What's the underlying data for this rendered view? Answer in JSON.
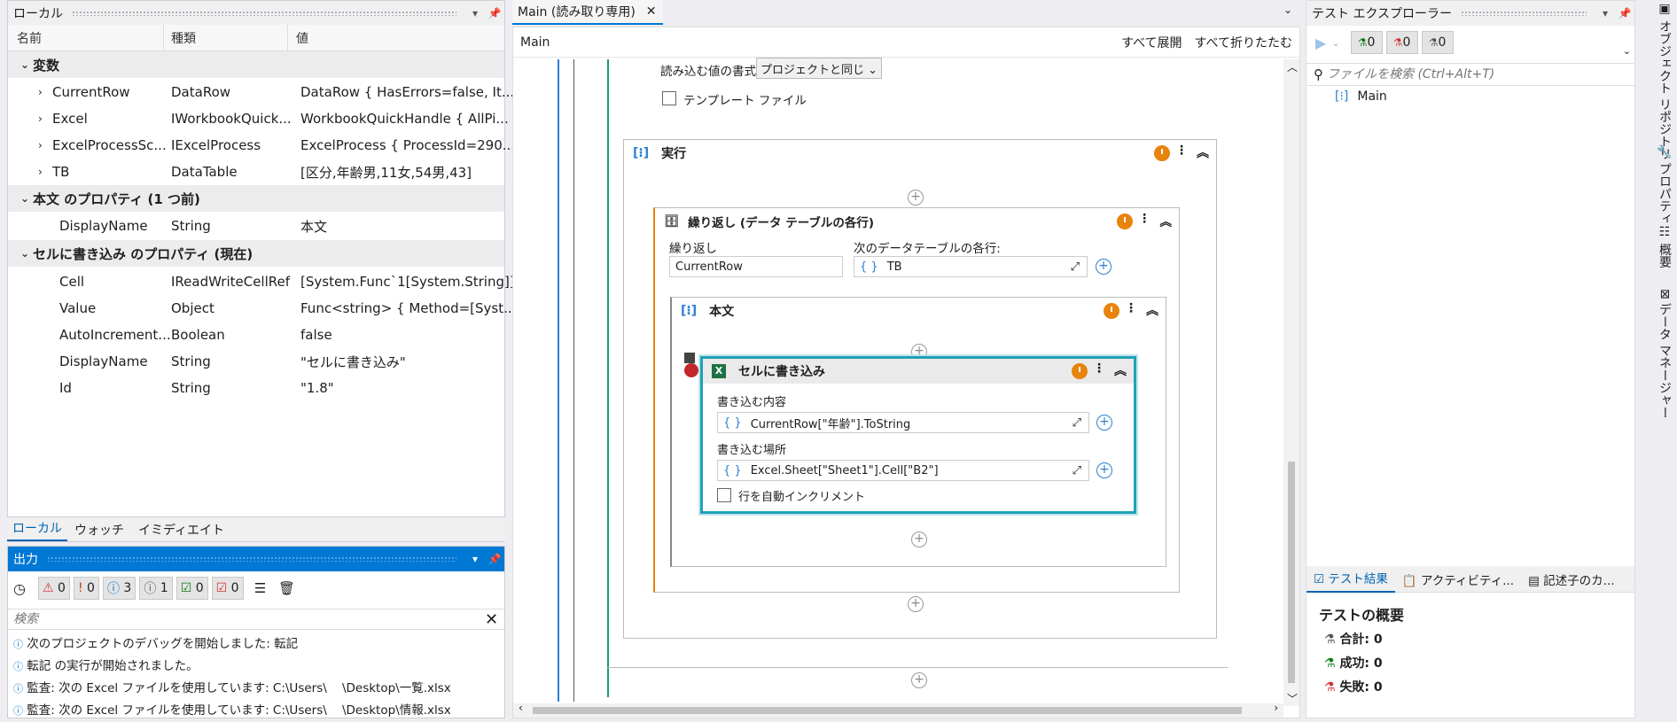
{
  "locals": {
    "title": "ローカル",
    "col_name": "名前",
    "col_type": "種類",
    "col_value": "値",
    "groups": [
      {
        "label": "変数"
      },
      {
        "label": "本文 のプロパティ (1 つ前)"
      },
      {
        "label": "セルに書き込み のプロパティ (現在)"
      }
    ],
    "vars": [
      {
        "name": "CurrentRow",
        "type": "DataRow",
        "value": "DataRow { HasErrors=false, It..."
      },
      {
        "name": "Excel",
        "type": "IWorkbookQuick...",
        "value": "WorkbookQuickHandle { AllPi..."
      },
      {
        "name": "ExcelProcessSc...",
        "type": "IExcelProcess",
        "value": "ExcelProcess { ProcessId=290..."
      },
      {
        "name": "TB",
        "type": "DataTable",
        "value": "[区分,年齢男,11女,54男,43]"
      }
    ],
    "body_props": [
      {
        "name": "DisplayName",
        "type": "String",
        "value": "本文"
      }
    ],
    "cell_props": [
      {
        "name": "Cell",
        "type": "IReadWriteCellRef",
        "value": "[System.Func`1[System.String]]"
      },
      {
        "name": "Value",
        "type": "Object",
        "value": "Func<string> { Method=[Syst..."
      },
      {
        "name": "AutoIncrement...",
        "type": "Boolean",
        "value": "false"
      },
      {
        "name": "DisplayName",
        "type": "String",
        "value": "\"セルに書き込み\""
      },
      {
        "name": "Id",
        "type": "String",
        "value": "\"1.8\""
      }
    ],
    "tabs": [
      "ローカル",
      "ウォッチ",
      "イミディエイト"
    ]
  },
  "output": {
    "title": "出力",
    "counts": [
      "0",
      "0",
      "3",
      "1",
      "0",
      "0"
    ],
    "search_placeholder": "検索",
    "lines": [
      "次のプロジェクトのデバッグを開始しました: 転記",
      "転記 の実行が開始されました。",
      "監査: 次の Excel ファイルを使用しています: C:\\Users\\    \\Desktop\\一覧.xlsx",
      "監査: 次の Excel ファイルを使用しています: C:\\Users\\    \\Desktop\\情報.xlsx"
    ]
  },
  "designer": {
    "tab_label": "Main (読み取り専用)",
    "breadcrumb": "Main",
    "expand_all": "すべて展開",
    "collapse_all": "すべて折りたたむ",
    "read_format_label": "読み込む値の書式",
    "read_format_value": "プロジェクトと同じ",
    "template_label": "テンプレート ファイル",
    "run_label": "実行",
    "foreach_label": "繰り返し (データ テーブルの各行)",
    "foreach_item_label": "繰り返し",
    "foreach_item_value": "CurrentRow",
    "foreach_in_label": "次のデータテーブルの各行:",
    "foreach_in_value": "TB",
    "body_label": "本文",
    "write_label": "セルに書き込み",
    "write_what_label": "書き込む内容",
    "write_what_value": "CurrentRow[\"年齢\"].ToString",
    "write_where_label": "書き込む場所",
    "write_where_value": "Excel.Sheet[\"Sheet1\"].Cell[\"B2\"]",
    "auto_increment_label": "行を自動インクリメント"
  },
  "test_explorer": {
    "title": "テスト エクスプローラー",
    "counts": [
      "0",
      "0",
      "0"
    ],
    "search_placeholder": "ファイルを検索 (Ctrl+Alt+T)",
    "tree_item": "Main",
    "bottom_tabs": [
      "テスト結果",
      "アクティビティ...",
      "記述子のカ..."
    ],
    "summary_title": "テストの概要",
    "total": "合計: 0",
    "passed": "成功: 0",
    "failed": "失敗: 0"
  },
  "side_tabs": [
    "オブジェクト リポジトリ",
    "プロパティ",
    "概要",
    "データ マネージャー"
  ],
  "colors": {
    "accent": "#0078d4",
    "selection": "#1fa2b5",
    "excel": "#1e7145",
    "orange": "#e8830c"
  }
}
